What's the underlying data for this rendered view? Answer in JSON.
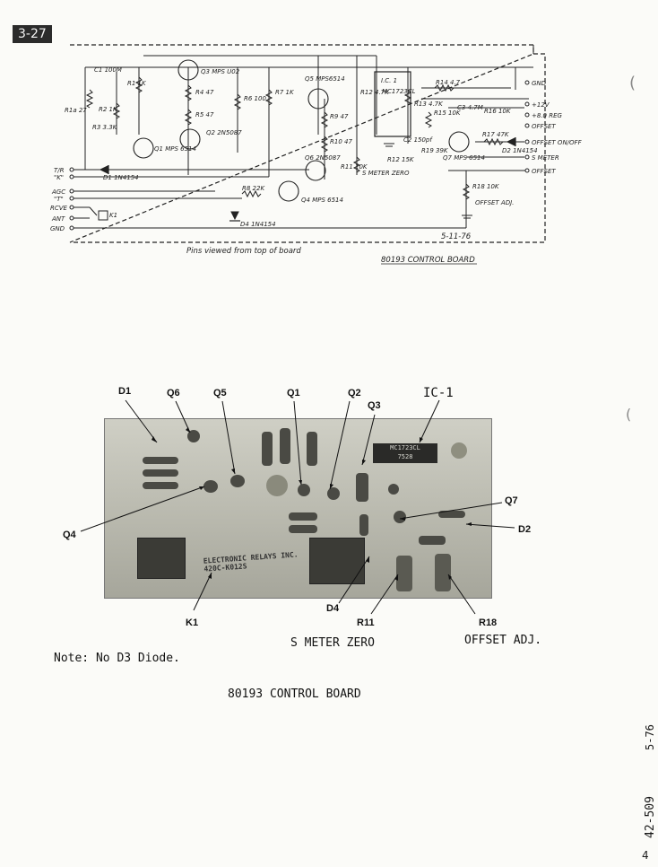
{
  "page_tag": "3-27",
  "schematic": {
    "connectors_left": [
      "T/R",
      "\"K\"",
      "AGC",
      "\"T\"",
      "RCVE",
      "ANT",
      "GND"
    ],
    "connectors_right": [
      "GND",
      "+12V",
      "+8.0 REG",
      "OFFSET",
      "OFFSET ON/OFF",
      "S METER",
      "OFFSET"
    ],
    "components": {
      "c1": "C1 100M",
      "r1": "R1 1K",
      "r1a": "R1a 27",
      "r2": "R2 1K",
      "r3": "R3 3.3K",
      "q1": "Q1 MPS 6514",
      "d1": "D1 1N4154",
      "q3": "Q3 MPS U02",
      "r4": "R4 47",
      "r5": "R5 47",
      "q2": "Q2 2N5087",
      "r6": "R6 100",
      "r7": "R7 1K",
      "q5": "Q5 MPS6514",
      "r9": "R9 47",
      "r10": "R10 47",
      "q6": "Q6 2N5087",
      "r11": "R11 10K",
      "r11_note": "S METER ZERO",
      "r8": "R8 22K",
      "q4": "Q4 MPS 6514",
      "d4": "D4 1N4154",
      "k1": "K1",
      "ic1": "I.C. 1",
      "ic1_part": "MC1723CL",
      "r12": "R12 4.7K",
      "r13": "R13 4.7K",
      "r14": "R14 4.7",
      "r15": "R15 10K",
      "r16": "R16 10K",
      "c2": "C2 150pf",
      "c3": "C3 4.7M",
      "c4": "R19 39K",
      "r12b": "R12 15K",
      "q7": "Q7 MPS 6514",
      "r17": "R17 47K",
      "d2": "D2 1N4154",
      "r18": "R18 10K",
      "r18_note": "OFFSET ADJ."
    },
    "date": "5-11-76",
    "pins_note": "Pins viewed from top of board",
    "board_title": "80193 CONTROL BOARD"
  },
  "photo": {
    "callouts_top": [
      "D1",
      "Q6",
      "Q5",
      "Q1",
      "Q2",
      "Q3",
      "IC-1"
    ],
    "callouts_side": [
      "Q4",
      "Q7",
      "D2"
    ],
    "callouts_bottom": [
      "K1",
      "D4",
      "R11",
      "R18"
    ],
    "relay_label_line1": "ELECTRONIC RELAYS INC.",
    "relay_label_line2": "420C-K012S",
    "chip_text_line1": "MC1723CL",
    "chip_text_line2": "7528"
  },
  "captions": {
    "s_meter_zero": "S METER ZERO",
    "offset_adj": "OFFSET ADJ.",
    "note": "Note: No D3 Diode.",
    "board_title": "80193 CONTROL BOARD"
  },
  "side_numbers": {
    "doc_number": "42-509",
    "rev": "5-76",
    "page_mark": "4"
  }
}
